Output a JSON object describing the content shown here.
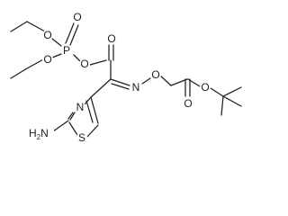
{
  "structure": {
    "atoms": [
      {
        "id": "o_ether_top",
        "symbol": "O"
      },
      {
        "id": "o_phosphoryl",
        "symbol": "O"
      },
      {
        "id": "p",
        "symbol": "P"
      },
      {
        "id": "o_ether_bottom",
        "symbol": "O"
      },
      {
        "id": "o_acyl_double",
        "symbol": "O"
      },
      {
        "id": "o_phosphate_ester",
        "symbol": "O"
      },
      {
        "id": "n_oxime",
        "symbol": "N"
      },
      {
        "id": "o_oxime",
        "symbol": "O"
      },
      {
        "id": "o_ester_double",
        "symbol": "O"
      },
      {
        "id": "o_ester_single",
        "symbol": "O"
      },
      {
        "id": "n_thiazole",
        "symbol": "N"
      },
      {
        "id": "s_thiazole",
        "symbol": "S"
      }
    ],
    "amine": {
      "symbol": "H",
      "subscript": "2",
      "symbol2": "N"
    }
  }
}
